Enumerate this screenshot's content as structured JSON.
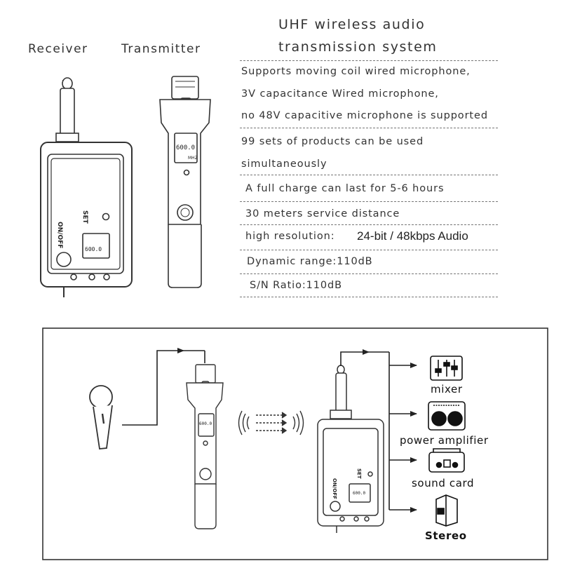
{
  "header": {
    "receiver_label": "Receiver",
    "transmitter_label": "Transmitter",
    "title_line1": "UHF wireless audio",
    "title_line2": "transmission system"
  },
  "specs": [
    "Supports moving coil wired microphone,",
    "3V capacitance Wired microphone,",
    "no 48V capacitive microphone is supported",
    "99 sets of products can be used",
    "simultaneously",
    "A full charge can last for 5-6 hours",
    "30 meters service distance",
    "high resolution:",
    "24-bit / 48kbps Audio",
    "Dynamic range:110dB",
    "S/N Ratio:110dB"
  ],
  "device_text": {
    "set": "SET",
    "onoff": "ON/OFF",
    "display_value": "600.0",
    "display_unit": "MHZ"
  },
  "outputs": [
    {
      "label": "mixer",
      "icon": "mixer-icon"
    },
    {
      "label": "power amplifier",
      "icon": "amplifier-icon"
    },
    {
      "label": "sound card",
      "icon": "sound-card-icon"
    },
    {
      "label": "Stereo",
      "icon": "speaker-icon"
    }
  ]
}
